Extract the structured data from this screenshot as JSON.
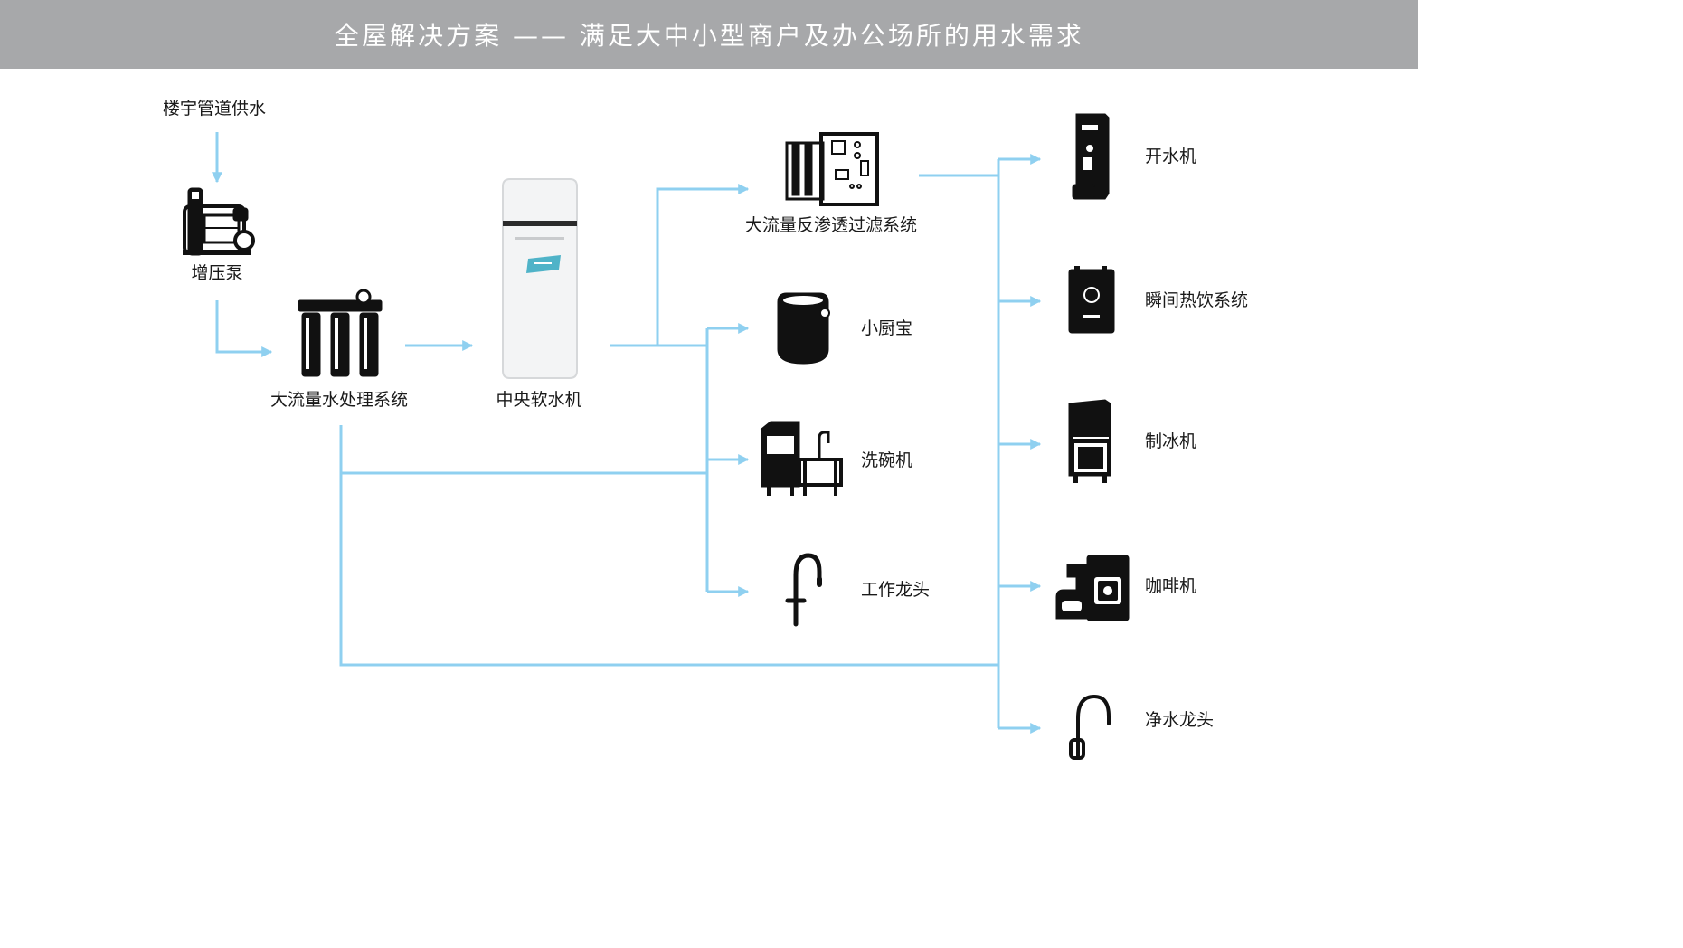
{
  "banner": {
    "title": "全屋解决方案 —— 满足大中小型商户及办公场所的用水需求"
  },
  "colors": {
    "banner_bg": "#a7a8aa",
    "pipe": "#8fd0f0",
    "icon": "#111111"
  },
  "nodes": {
    "building_supply": "楼宇管道供水",
    "booster_pump": "增压泵",
    "high_flow_treatment": "大流量水处理系统",
    "central_softener": "中央软水机",
    "ro_system": "大流量反渗透过滤系统",
    "small_kitchen_heater": "小厨宝",
    "dishwasher": "洗碗机",
    "work_faucet": "工作龙头",
    "water_boiler": "开水机",
    "instant_hot_drink": "瞬间热饮系统",
    "ice_maker": "制冰机",
    "coffee_machine": "咖啡机",
    "purified_faucet": "净水龙头"
  },
  "icons": {
    "booster_pump": "pump-icon",
    "high_flow_treatment": "triple-filter-icon",
    "central_softener": "softener-tank-icon",
    "ro_system": "ro-cabinet-icon",
    "small_kitchen_heater": "water-heater-icon",
    "dishwasher": "dishwasher-icon",
    "work_faucet": "faucet-icon",
    "water_boiler": "boiler-icon",
    "instant_hot_drink": "hot-drink-icon",
    "ice_maker": "ice-maker-icon",
    "coffee_machine": "coffee-machine-icon",
    "purified_faucet": "faucet-icon"
  }
}
